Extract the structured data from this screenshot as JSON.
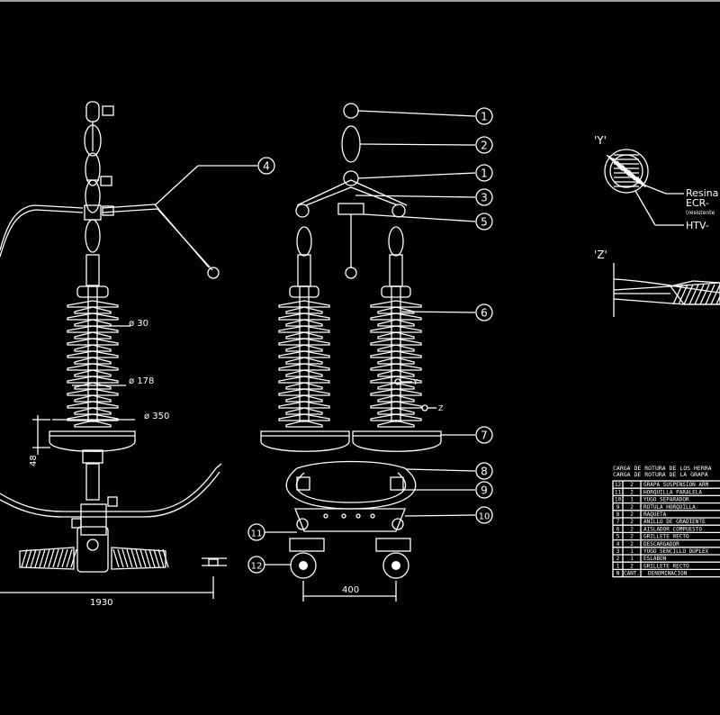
{
  "callouts": [
    "1",
    "2",
    "1",
    "3",
    "5",
    "6",
    "7",
    "8",
    "9",
    "10",
    "11",
    "12",
    "4"
  ],
  "dimensions": {
    "d30": "ø 30",
    "d178": "ø 178",
    "d350": "ø 350",
    "h48": "48",
    "w1930": "1930",
    "w400": "400"
  },
  "axes": {
    "y": "Y",
    "z": "Z"
  },
  "detail_y": {
    "title": "'Y'",
    "label1": "Resina",
    "label2": "ECR-",
    "label3": "(resistente",
    "label4": "HTV-"
  },
  "detail_z": {
    "title": "'Z'"
  },
  "notes": {
    "line1": "CARGA DE ROTURA DE LOS HERRA",
    "line2": "CARGA DE ROTURA DE LA GRAPA"
  },
  "bom": {
    "header": {
      "n": "N",
      "cant": "CANT.",
      "desc": "DENOMINACION"
    },
    "rows": [
      {
        "n": "12",
        "cant": "2",
        "desc": "GRAPA SUSPENSION ARM"
      },
      {
        "n": "11",
        "cant": "2",
        "desc": "HORQUILLA PARALELA"
      },
      {
        "n": "10",
        "cant": "1",
        "desc": "YUGO SEPARADOR"
      },
      {
        "n": "9",
        "cant": "2",
        "desc": "ROTULA HORQUILLA"
      },
      {
        "n": "8",
        "cant": "2",
        "desc": "RAQUETA"
      },
      {
        "n": "7",
        "cant": "2",
        "desc": "ANILLO DE GRADIENTE"
      },
      {
        "n": "6",
        "cant": "2",
        "desc": "AISLADOR COMPUESTO"
      },
      {
        "n": "5",
        "cant": "2",
        "desc": "GRILLETE RECTO"
      },
      {
        "n": "4",
        "cant": "2",
        "desc": "DESCARGADOR"
      },
      {
        "n": "3",
        "cant": "1",
        "desc": "YUGO SENCILLO DUPLEX"
      },
      {
        "n": "2",
        "cant": "1",
        "desc": "ESLABON"
      },
      {
        "n": "1",
        "cant": "2",
        "desc": "GRILLETE RECTO"
      }
    ]
  }
}
